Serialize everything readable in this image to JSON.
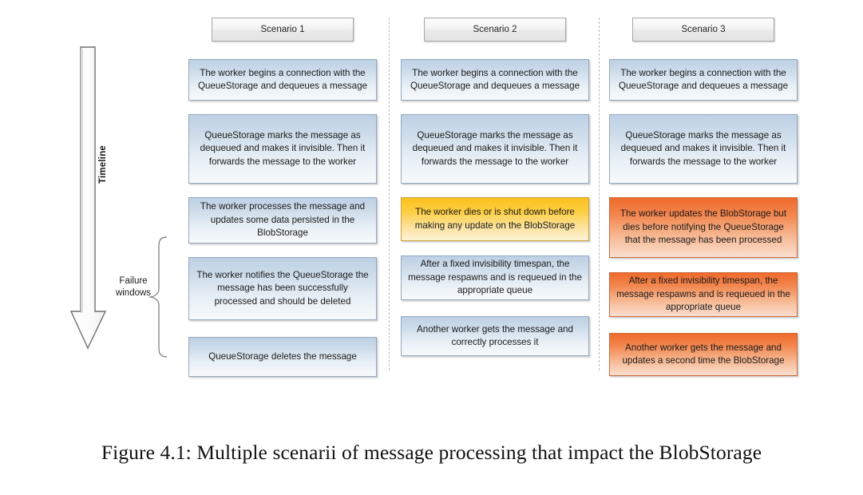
{
  "timeline": {
    "label": "Timeline",
    "arrow_icon": "down-arrow-icon"
  },
  "failure": {
    "label": "Failure\nwindows",
    "line1": "Failure",
    "line2": "windows",
    "brace_icon": "curly-brace-icon"
  },
  "colors": {
    "blue_top": "#bdd0e4",
    "blue_bottom": "#f7fafc",
    "yellow_top": "#fcc021",
    "yellow_bottom": "#fdf2d5",
    "orange_top": "#ef6a2c",
    "orange_bottom": "#faded0",
    "header_border": "#a6a6a6",
    "separator": "#b9b9b9"
  },
  "columns": [
    {
      "header": "Scenario 1",
      "steps": [
        {
          "text": "The worker begins a connection with the QueueStorage and dequeues a message",
          "fill": "blue",
          "height": 52,
          "gap": 22
        },
        {
          "text": "QueueStorage marks the message as dequeued and makes it invisible. Then it forwards the message to the worker",
          "fill": "blue",
          "height": 87,
          "gap": 17
        },
        {
          "text": "The worker processes the message and updates some data persisted in the BlobStorage",
          "fill": "blue",
          "height": 58,
          "gap": 17
        },
        {
          "text": "The worker notifies the QueueStorage the message has been successfully processed and should be deleted",
          "fill": "blue",
          "height": 79,
          "gap": 17
        },
        {
          "text": "QueueStorage deletes the message",
          "fill": "blue",
          "height": 50,
          "gap": 21
        }
      ]
    },
    {
      "header": "Scenario 2",
      "steps": [
        {
          "text": "The worker begins a connection with the QueueStorage and dequeues a message",
          "fill": "blue",
          "height": 52,
          "gap": 22
        },
        {
          "text": "QueueStorage marks the message as dequeued and makes it invisible. Then it forwards the message to the worker",
          "fill": "blue",
          "height": 87,
          "gap": 17
        },
        {
          "text": "The worker dies or is shut down before making any update on the BlobStorage",
          "fill": "yellow",
          "height": 55,
          "gap": 17
        },
        {
          "text": "After a fixed invisibility timespan, the message respawns and is requeued in the appropriate queue",
          "fill": "blue",
          "height": 56,
          "gap": 18
        },
        {
          "text": "Another worker gets the message and correctly processes it",
          "fill": "blue",
          "height": 50,
          "gap": 20
        }
      ]
    },
    {
      "header": "Scenario 3",
      "steps": [
        {
          "text": "The worker begins a connection with the QueueStorage and dequeues a message",
          "fill": "blue",
          "height": 52,
          "gap": 22
        },
        {
          "text": "QueueStorage marks the message as dequeued and makes it invisible. Then it forwards the message to the worker",
          "fill": "blue",
          "height": 87,
          "gap": 17
        },
        {
          "text": "The worker updates the BlobStorage but dies before notifying the QueueStorage that the message has been processed",
          "fill": "orange",
          "height": 76,
          "gap": 17
        },
        {
          "text": "After a fixed invisibility timespan, the message respawns and is requeued in the appropriate queue",
          "fill": "orange",
          "height": 56,
          "gap": 18
        },
        {
          "text": "Another worker gets the message and updates a second time the BlobStorage",
          "fill": "orange",
          "height": 54,
          "gap": 20
        }
      ]
    }
  ],
  "caption": "Figure 4.1: Multiple scenarii of message processing that impact the BlobStorage"
}
